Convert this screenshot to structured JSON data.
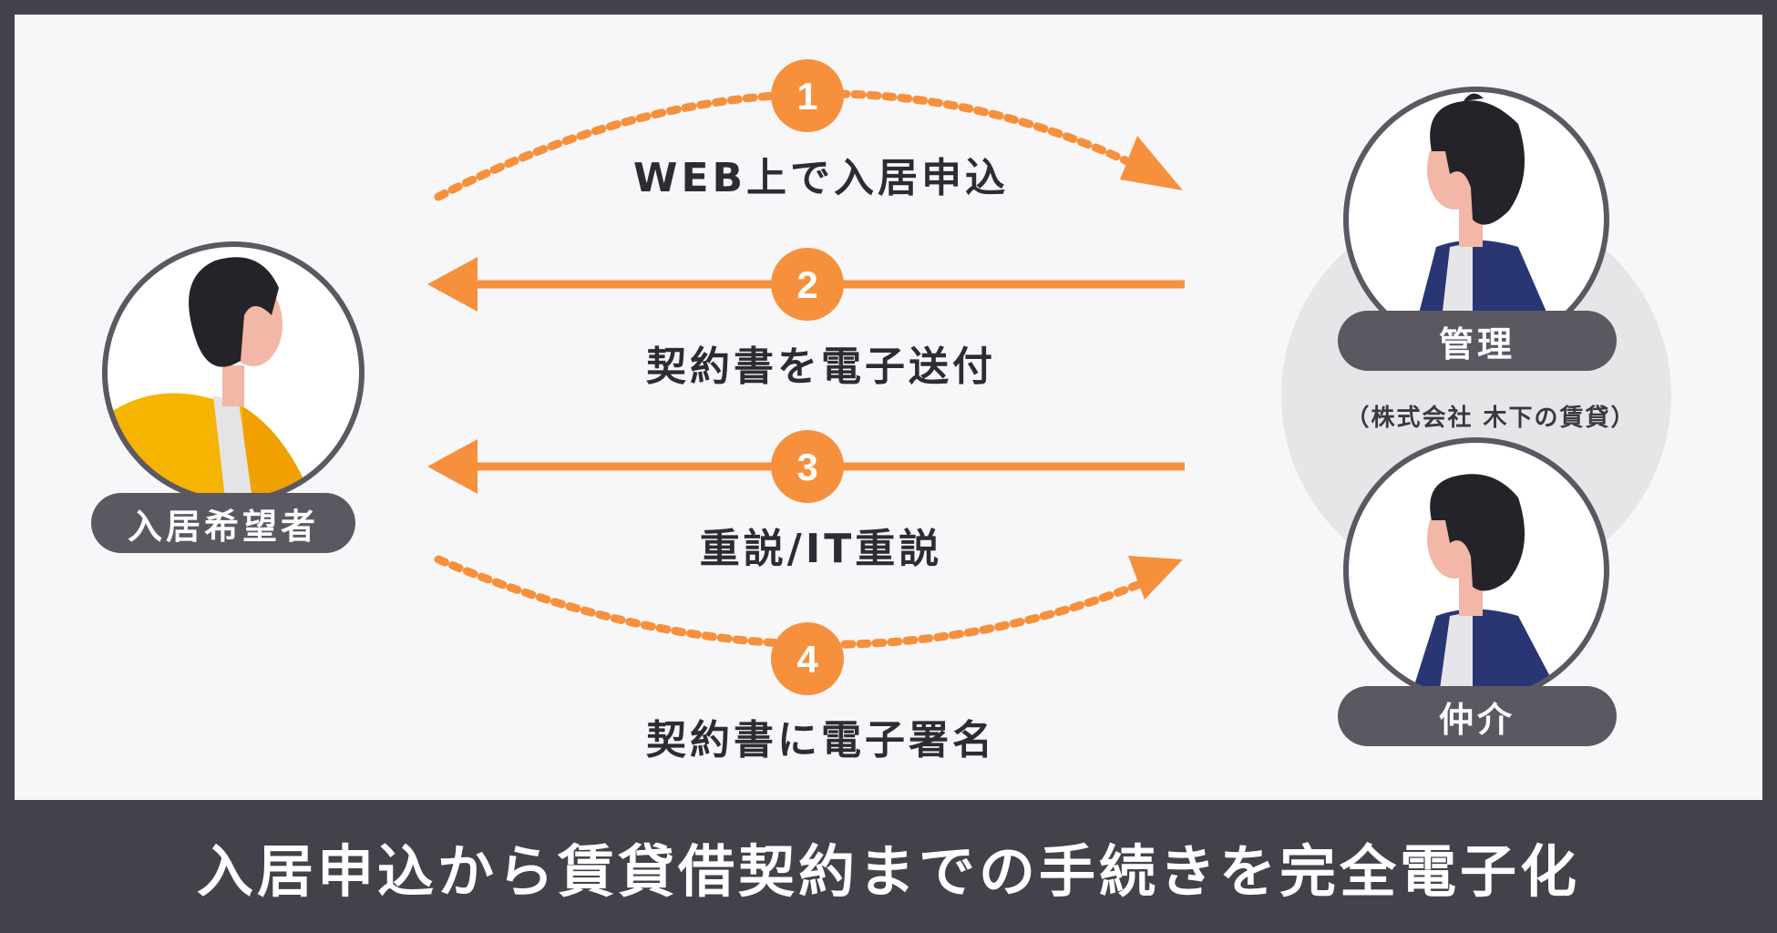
{
  "steps": [
    {
      "number": "1",
      "label": "WEB上で入居申込"
    },
    {
      "number": "2",
      "label": "契約書を電子送付"
    },
    {
      "number": "3",
      "label": "重説/IT重説"
    },
    {
      "number": "4",
      "label": "契約書に電子署名"
    }
  ],
  "roles": {
    "applicant": "入居希望者",
    "management": "管理",
    "management_company": "（株式会社 木下の賃貸）",
    "broker": "仲介"
  },
  "footer": {
    "title": "入居申込から賃貸借契約までの手続きを完全電子化"
  },
  "colors": {
    "accent": "#f7903c",
    "pill": "#5b5862",
    "background": "#f7f7f9",
    "frame": "#44414b"
  }
}
